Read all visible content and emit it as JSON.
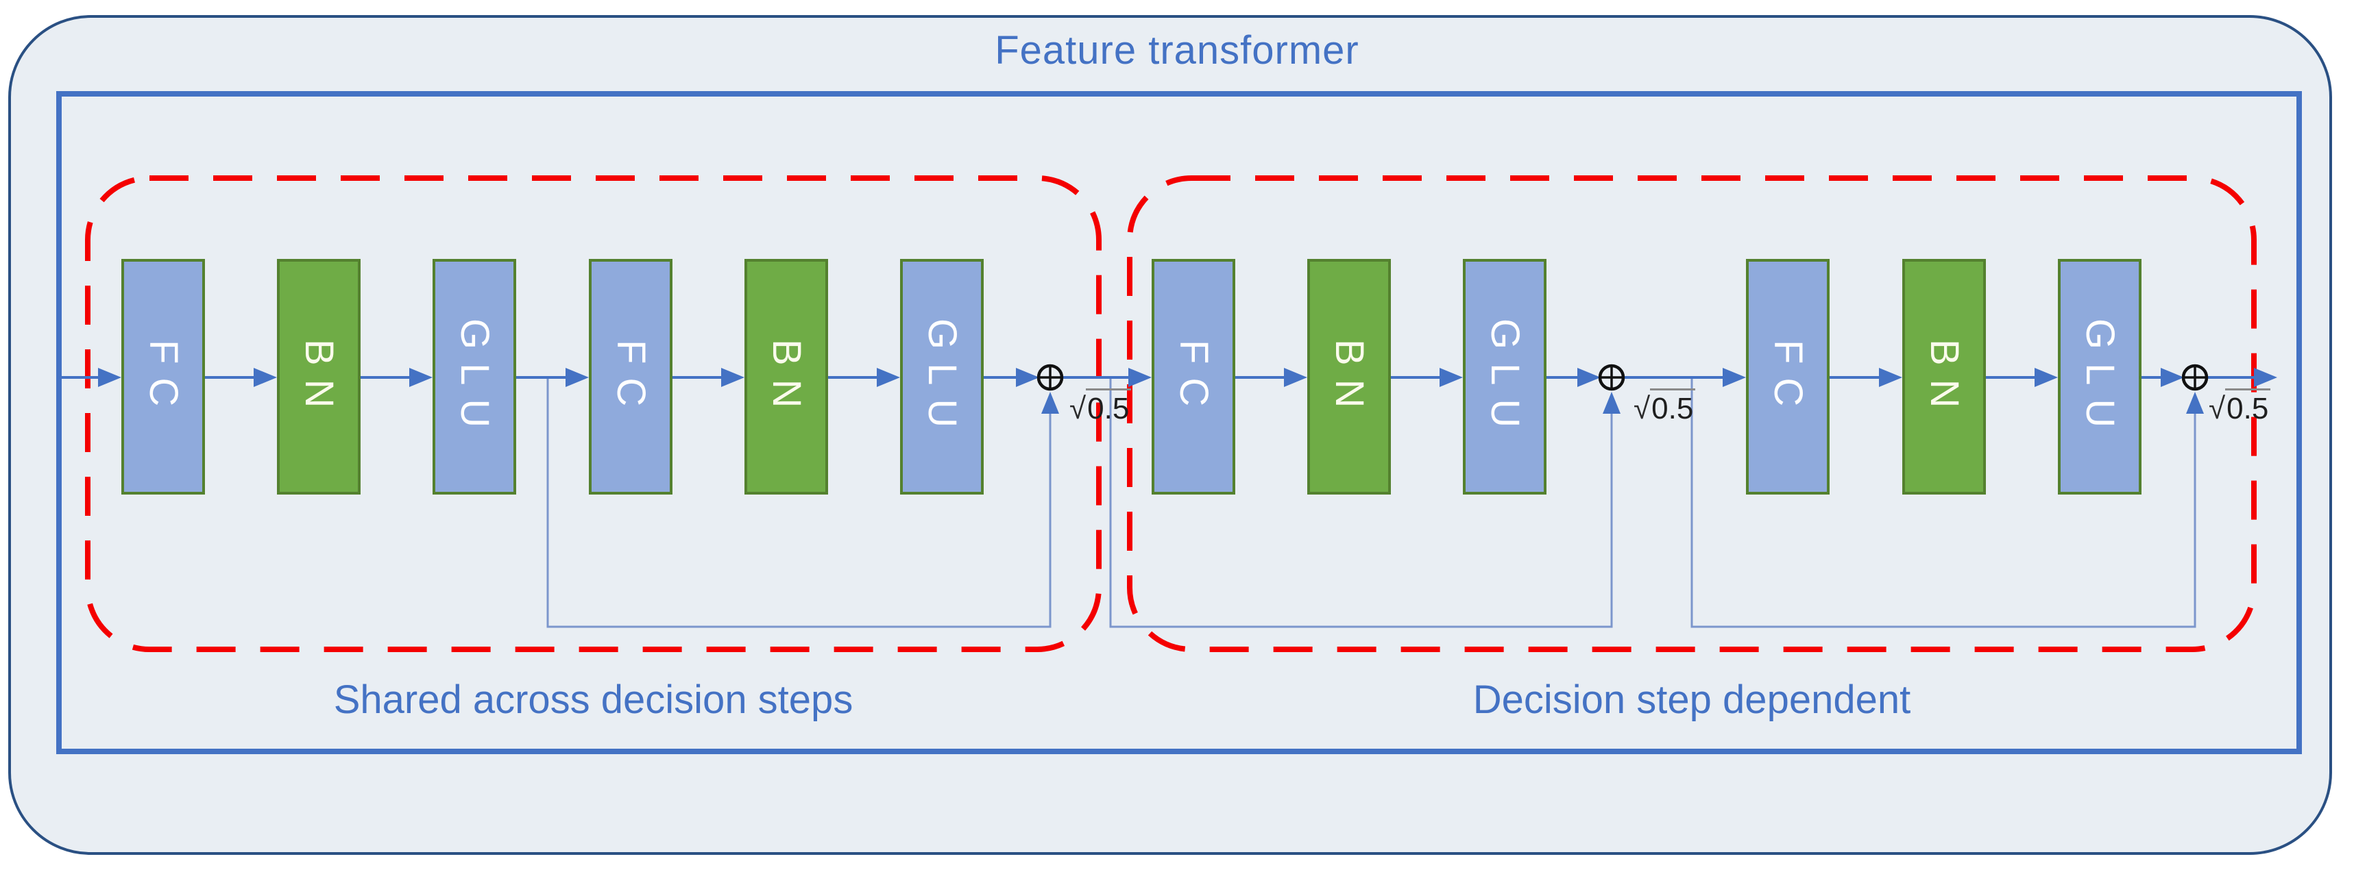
{
  "figure": {
    "title": "Feature transformer",
    "groups": [
      {
        "label": "Shared across decision steps"
      },
      {
        "label": "Decision step dependent"
      }
    ],
    "blocks": [
      {
        "label": "FC",
        "type": "fully-connected",
        "fill": "#8FAADC"
      },
      {
        "label": "BN",
        "type": "batch-norm",
        "fill": "#6FAC46"
      },
      {
        "label": "GLU",
        "type": "gated-linear-unit",
        "fill": "#8FAADC"
      },
      {
        "label": "FC",
        "type": "fully-connected",
        "fill": "#8FAADC"
      },
      {
        "label": "BN",
        "type": "batch-norm",
        "fill": "#6FAC46"
      },
      {
        "label": "GLU",
        "type": "gated-linear-unit",
        "fill": "#8FAADC"
      },
      {
        "label": "FC",
        "type": "fully-connected",
        "fill": "#8FAADC"
      },
      {
        "label": "BN",
        "type": "batch-norm",
        "fill": "#6FAC46"
      },
      {
        "label": "GLU",
        "type": "gated-linear-unit",
        "fill": "#8FAADC"
      },
      {
        "label": "FC",
        "type": "fully-connected",
        "fill": "#8FAADC"
      },
      {
        "label": "BN",
        "type": "batch-norm",
        "fill": "#6FAC46"
      },
      {
        "label": "GLU",
        "type": "gated-linear-unit",
        "fill": "#8FAADC"
      }
    ],
    "adders": {
      "icon": "circled-plus",
      "radical": "√",
      "value": "0.5",
      "count": 3
    },
    "colors": {
      "block_border": "#548235",
      "arrow": "#4472C4",
      "skip_line": "#7C96CC",
      "dashed_box": "#F40000",
      "inner_frame": "#4472C4",
      "outer_frame": "#2A5083",
      "container_fill": "#E9EEF3",
      "label_text": "#4472C4",
      "block_text": "#FFFFFF",
      "adder_stroke": "#111111"
    }
  }
}
